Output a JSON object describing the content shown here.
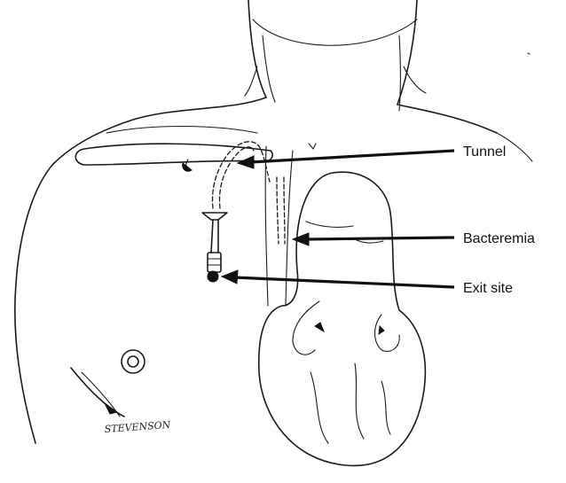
{
  "labels": {
    "tunnel": "Tunnel",
    "bacteremia": "Bacteremia",
    "exit_site": "Exit site"
  },
  "signature": "STEVENSON",
  "colors": {
    "ink": "#111111",
    "background": "#ffffff"
  }
}
